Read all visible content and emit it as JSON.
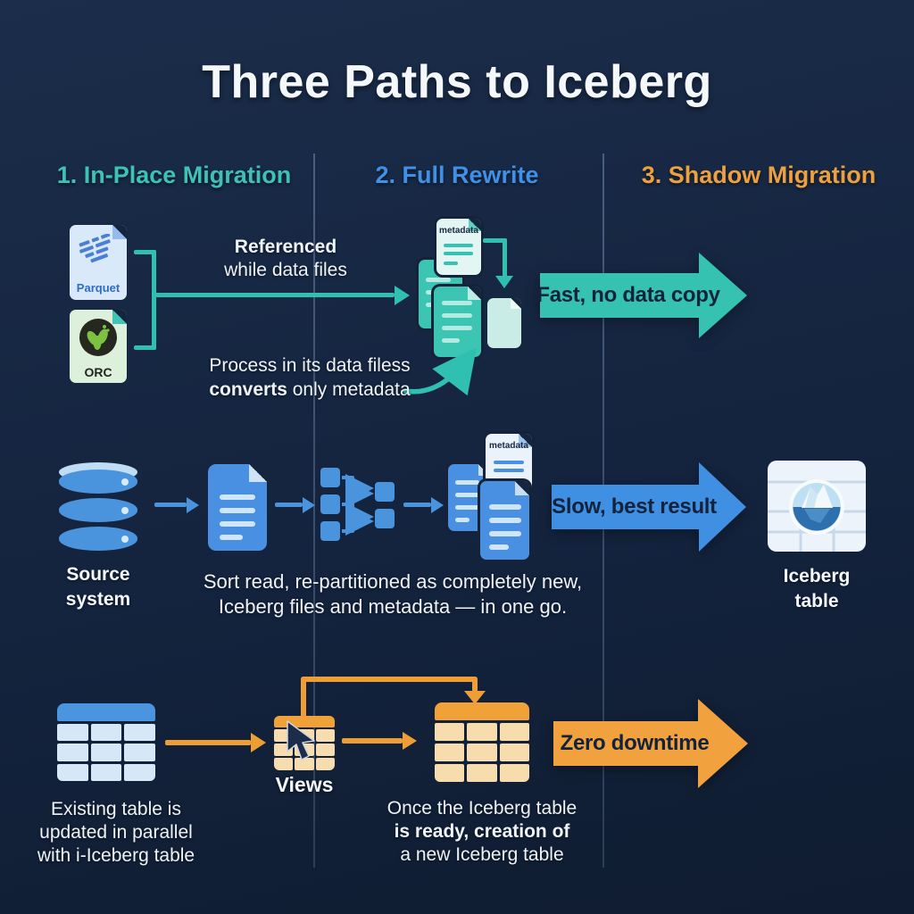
{
  "title": "Three Paths to Iceberg",
  "columns": [
    {
      "label": "1. In-Place Migration",
      "color": "#3fc2b6"
    },
    {
      "label": "2. Full Rewrite",
      "color": "#4090e8"
    },
    {
      "label": "3. Shadow Migration",
      "color": "#eda03f"
    }
  ],
  "in_place": {
    "parquet_label": "Parquet",
    "orc_label": "ORC",
    "metadata_file_label": "metadata",
    "callout_bold": "Referenced",
    "callout_rest": "while data files",
    "process_line1": "Process in its data filess",
    "process_bold": "converts",
    "process_rest": "only metadata",
    "arrow_label": "Fast, no data copy"
  },
  "full_rewrite": {
    "source_line1": "Source",
    "source_line2": "system",
    "metadata_file_label": "metadata",
    "caption_line1": "Sort read, re-partitioned as completely new,",
    "caption_line2": "Iceberg files and metadata — in one go.",
    "arrow_label": "Slow, best result",
    "result_line1": "Iceberg",
    "result_line2": "table"
  },
  "shadow": {
    "existing_line1": "Existing table is",
    "existing_line2": "updated in parallel",
    "existing_line3": "with i-Iceberg table",
    "views_label": "Views",
    "caption_line1": "Once the Iceberg table",
    "caption_line2": "is ready, creation of",
    "caption_line3": "a new Iceberg table",
    "arrow_label": "Zero downtime"
  },
  "colors": {
    "background": "#152540",
    "teal_accent": "#35c2b1",
    "blue_accent": "#3f8fe3",
    "orange_accent": "#f1a13e",
    "text_light": "#f2f6fa",
    "arrow_text_dark": "#12233b",
    "divider": "#7e9cc0"
  },
  "icons": [
    "parquet-file-icon",
    "orc-file-icon",
    "metadata-file-icon",
    "data-files-icon",
    "database-icon",
    "document-icon",
    "partition-split-icon",
    "iceberg-table-icon",
    "source-table-icon",
    "views-table-icon",
    "new-iceberg-table-icon",
    "cursor-icon"
  ]
}
